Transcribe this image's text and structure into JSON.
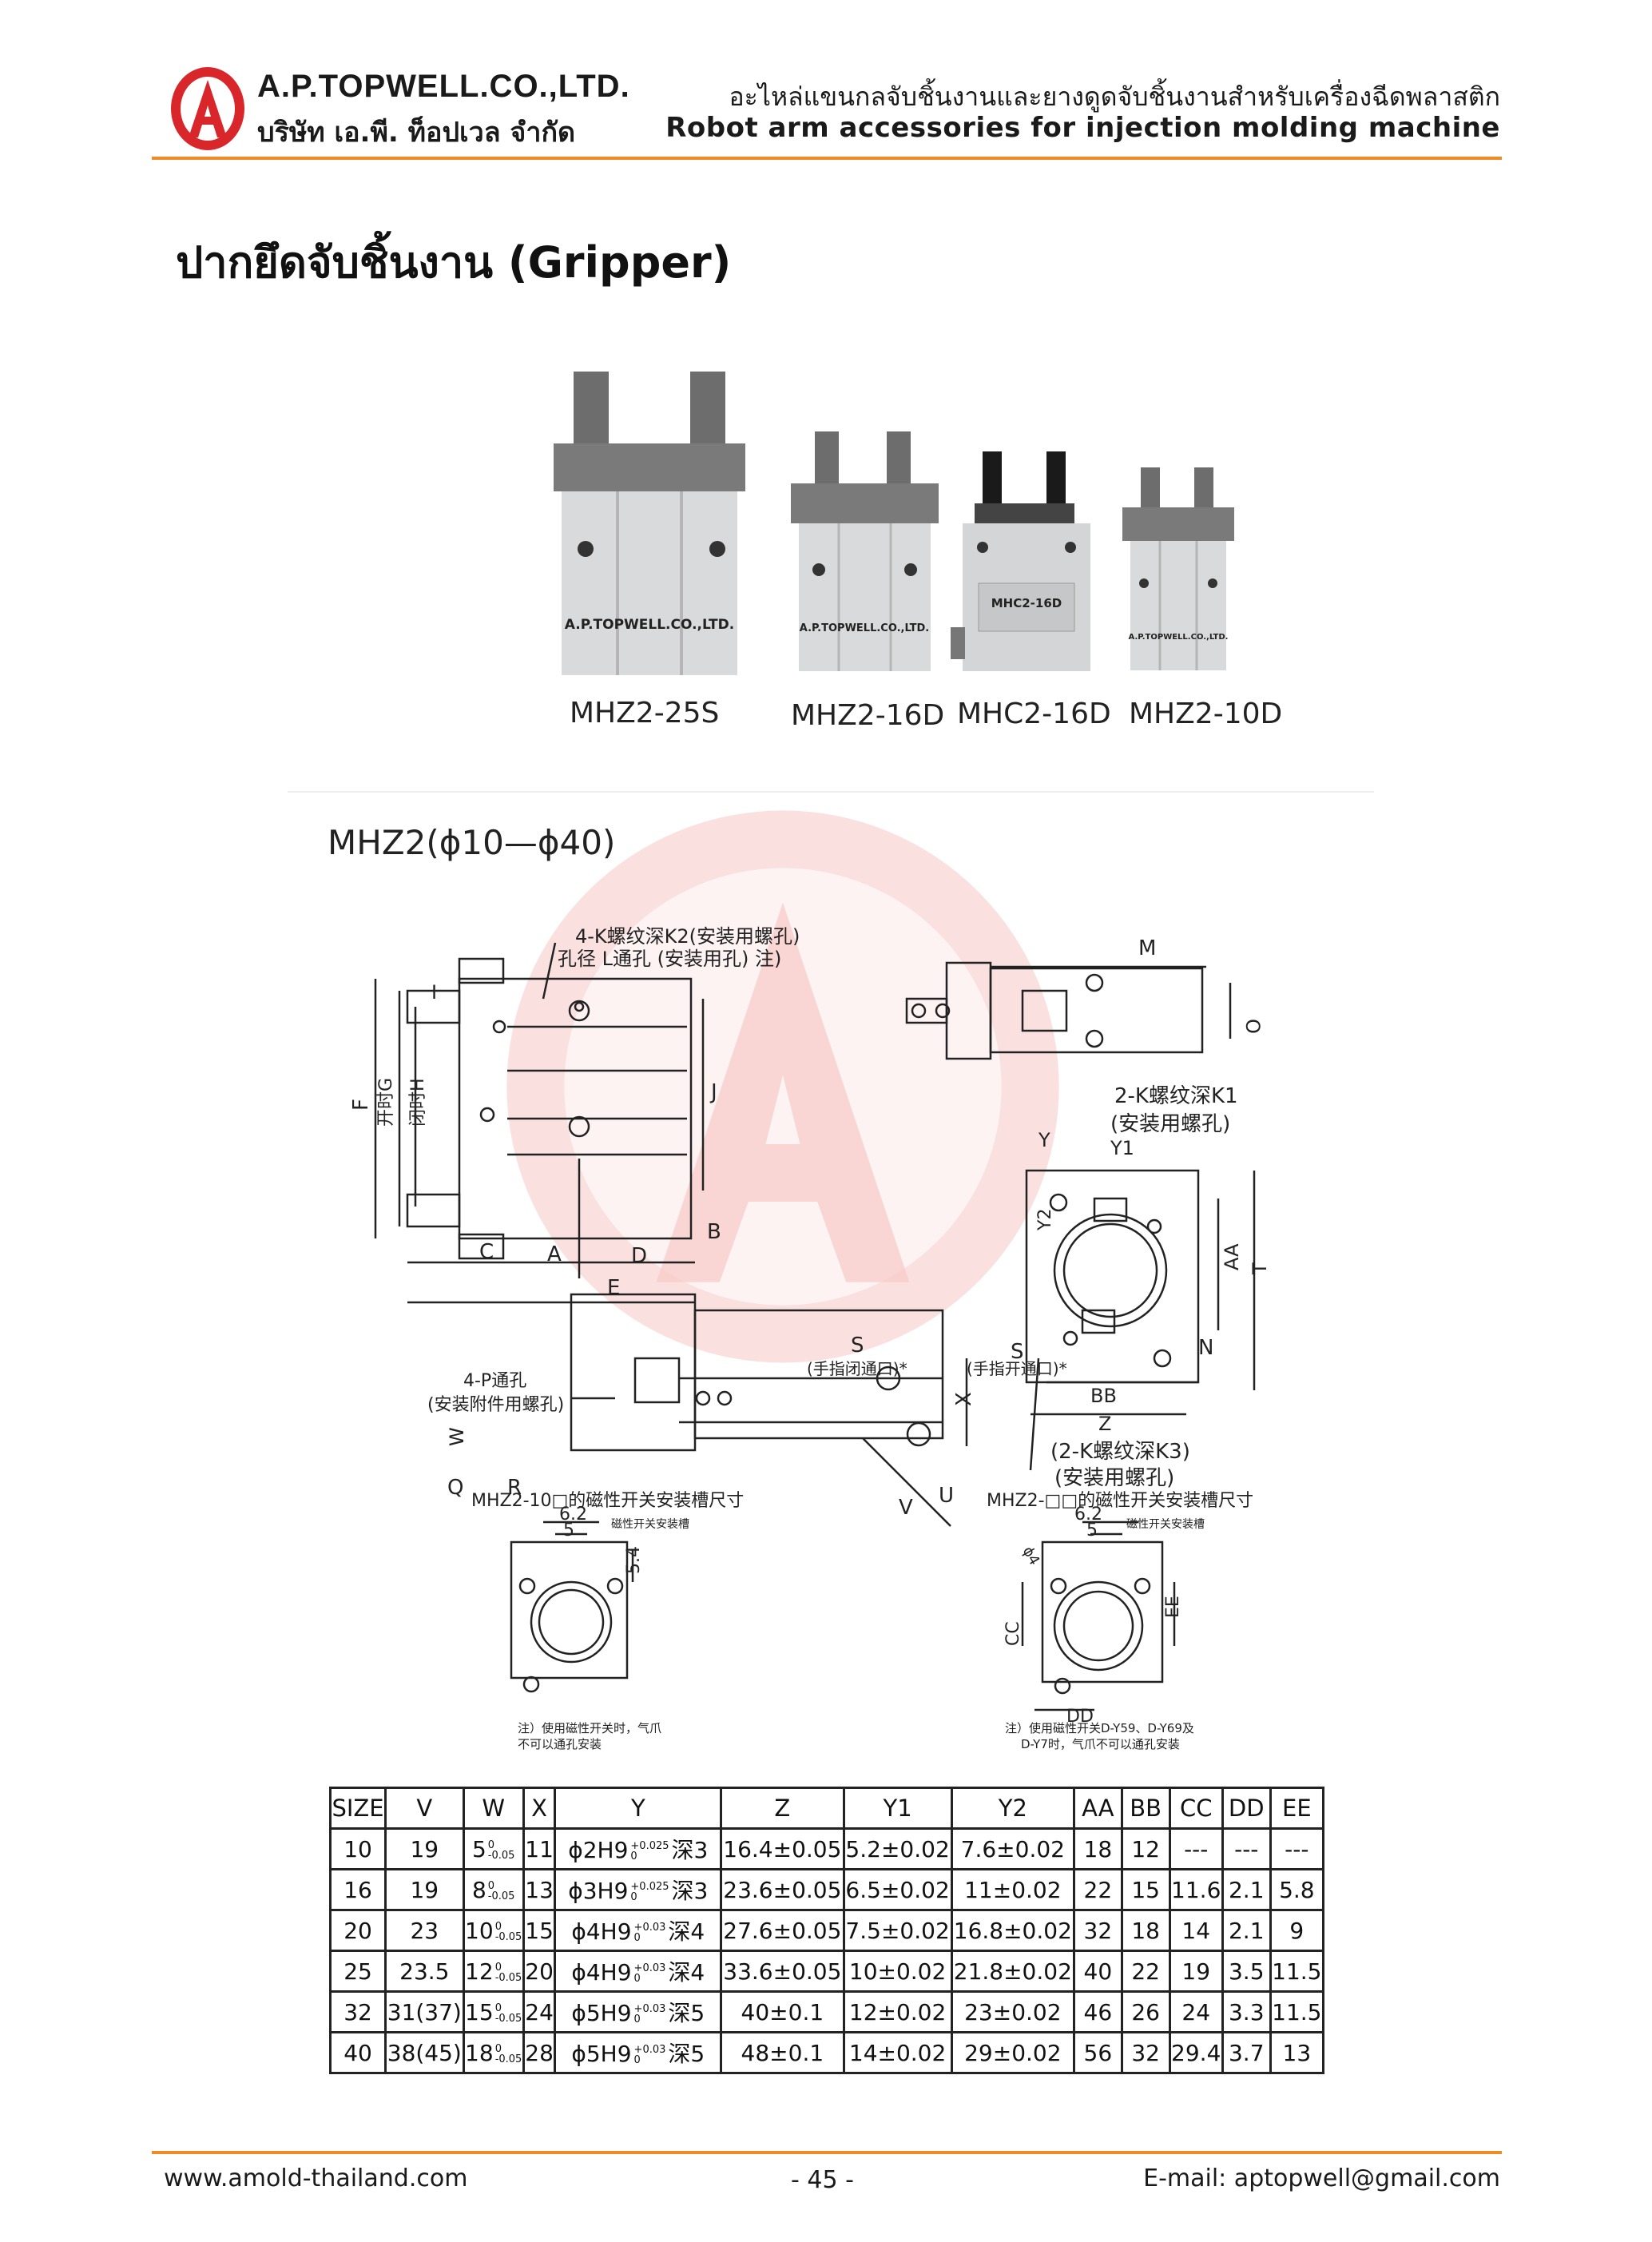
{
  "header": {
    "company_en": "A.P.TOPWELL.CO.,LTD.",
    "company_th": "บริษัท เอ.พี. ท็อปเวล จำกัด",
    "tagline_th": "อะไหล่แขนกลจับชิ้นงานและยางดูดจับชิ้นงานสำหรับเครื่องฉีดพลาสติก",
    "tagline_en": "Robot arm accessories for injection molding machine",
    "logo_letter": "A"
  },
  "page_title": "ปากยึดจับชิ้นงาน (Gripper)",
  "photos": {
    "items": [
      {
        "label": "MHZ2-25S",
        "nameplate": "A.P.TOPWELL.CO.,LTD."
      },
      {
        "label": "MHZ2-16D",
        "nameplate": "A.P.TOPWELL.CO.,LTD."
      },
      {
        "label": "MHC2-16D",
        "nameplate": "MHC2-16D"
      },
      {
        "label": "MHZ2-10D",
        "nameplate": "A.P.TOPWELL.CO.,LTD."
      }
    ]
  },
  "drawing": {
    "title": "MHZ2(ϕ10—ϕ40)",
    "front_note1": "4-K螺纹深K2(安装用螺孔)",
    "front_note2": "孔径 L通孔 (安装用孔) 注)",
    "top_note1": "2-K螺纹深K1",
    "top_note2": "(安装用螺孔)",
    "bottom_note1": "(2-K螺纹深K3)",
    "bottom_note2": "(安装用螺孔)",
    "side_note_s1": "(手指闭通口)*",
    "side_note_s2": "(手指开通口)*",
    "side_note_p1": "4-P通孔",
    "side_note_p2": "(安装附件用螺孔)",
    "open_label": "开时G",
    "close_label": "闭时H",
    "dims": {
      "M": "M",
      "O": "O",
      "F": "F",
      "I": "I",
      "J": "J",
      "C": "C",
      "A": "A",
      "D": "D",
      "B": "B",
      "E": "E",
      "S": "S",
      "W": "W",
      "X": "X",
      "Q": "Q",
      "R": "R",
      "V": "V",
      "U": "U",
      "Y": "Y",
      "Y1": "Y1",
      "Y2": "Y2",
      "AA": "AA",
      "T": "T",
      "N": "N",
      "BB": "BB",
      "Z": "Z"
    },
    "slot_left_title": "MHZ2-10□的磁性开关安装槽尺寸",
    "slot_left_label": "磁性开关安装槽",
    "slot_left_note1": "注）使用磁性开关时，气爪",
    "slot_left_note2": "不可以通孔安装",
    "slot_right_title": "MHZ2-□□的磁性开关安装槽尺寸",
    "slot_right_label": "磁性开关安装槽",
    "slot_right_note1": "注）使用磁性开关D-Y59、D-Y69及",
    "slot_right_note2": "D-Y7时，气爪不可以通孔安装",
    "slot_dims": {
      "w62": "6.2",
      "w5": "5",
      "h54": "5.4",
      "d4": "ϕ4",
      "CC": "CC",
      "DD": "DD",
      "EE": "EE"
    }
  },
  "table": {
    "headers": [
      "SIZE",
      "V",
      "W",
      "X",
      "Y",
      "Z",
      "Y1",
      "Y2",
      "AA",
      "BB",
      "CC",
      "DD",
      "EE"
    ],
    "rows": [
      [
        "10",
        "19",
        "5",
        "11",
        "ϕ2H9",
        "16.4±0.05",
        "5.2±0.02",
        "7.6±0.02",
        "18",
        "12",
        "---",
        "---",
        "---"
      ],
      [
        "16",
        "19",
        "8",
        "13",
        "ϕ3H9",
        "23.6±0.05",
        "6.5±0.02",
        "11±0.02",
        "22",
        "15",
        "11.6",
        "2.1",
        "5.8"
      ],
      [
        "20",
        "23",
        "10",
        "15",
        "ϕ4H9",
        "27.6±0.05",
        "7.5±0.02",
        "16.8±0.02",
        "32",
        "18",
        "14",
        "2.1",
        "9"
      ],
      [
        "25",
        "23.5",
        "12",
        "20",
        "ϕ4H9",
        "33.6±0.05",
        "10±0.02",
        "21.8±0.02",
        "40",
        "22",
        "19",
        "3.5",
        "11.5"
      ],
      [
        "32",
        "31(37)",
        "15",
        "24",
        "ϕ5H9",
        "40±0.1",
        "12±0.02",
        "23±0.02",
        "46",
        "26",
        "24",
        "3.3",
        "11.5"
      ],
      [
        "40",
        "38(45)",
        "18",
        "28",
        "ϕ5H9",
        "48±0.1",
        "14±0.02",
        "29±0.02",
        "56",
        "32",
        "29.4",
        "3.7",
        "13"
      ]
    ],
    "w_tol_upper": "0",
    "w_tol_lower": "-0.05",
    "y_tol_upper": [
      "+0.025",
      "+0.025",
      "+0.03",
      "+0.03",
      "+0.03",
      "+0.03"
    ],
    "y_tol_lower": "0",
    "y_depth": [
      "深3",
      "深3",
      "深4",
      "深4",
      "深5",
      "深5"
    ]
  },
  "footer": {
    "website": "www.amold-thailand.com",
    "page": "- 45 -",
    "email": "E-mail: aptopwell@gmail.com"
  },
  "colors": {
    "accent": "#f08a24",
    "logo_red": "#d8262a",
    "watermark": "#f6c9c6"
  }
}
